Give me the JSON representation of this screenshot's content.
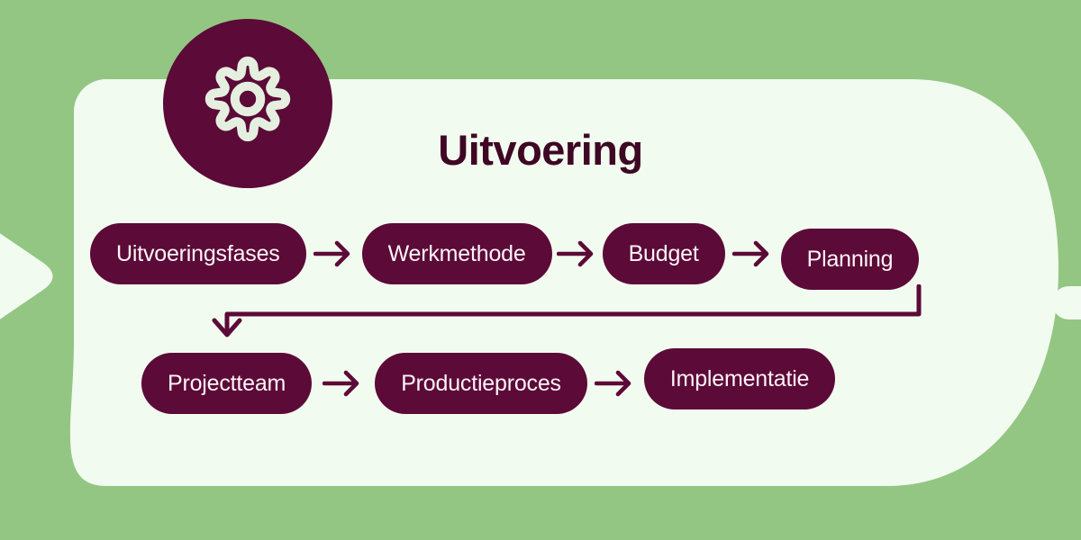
{
  "palette": {
    "background_green": "#93c683",
    "card_cream": "#f2fbf0",
    "maroon": "#5c0a37",
    "title_maroon": "#3e0723",
    "pill_text": "#fdf4f8"
  },
  "header": {
    "title": "Uitvoering",
    "badge_icon": "gear-icon"
  },
  "decorations": {
    "left_chevron": "chevron-right-shape",
    "right_tab": "rounded-tab-shape"
  },
  "flow": {
    "arrow_icon": "arrow-right-icon",
    "connector_icon": "elbow-arrow-down-icon",
    "row1": [
      {
        "label": "Uitvoeringsfases"
      },
      {
        "label": "Werkmethode"
      },
      {
        "label": "Budget"
      },
      {
        "label": "Planning"
      }
    ],
    "row2": [
      {
        "label": "Projectteam"
      },
      {
        "label": "Productieproces"
      },
      {
        "label": "Implementatie"
      }
    ]
  }
}
